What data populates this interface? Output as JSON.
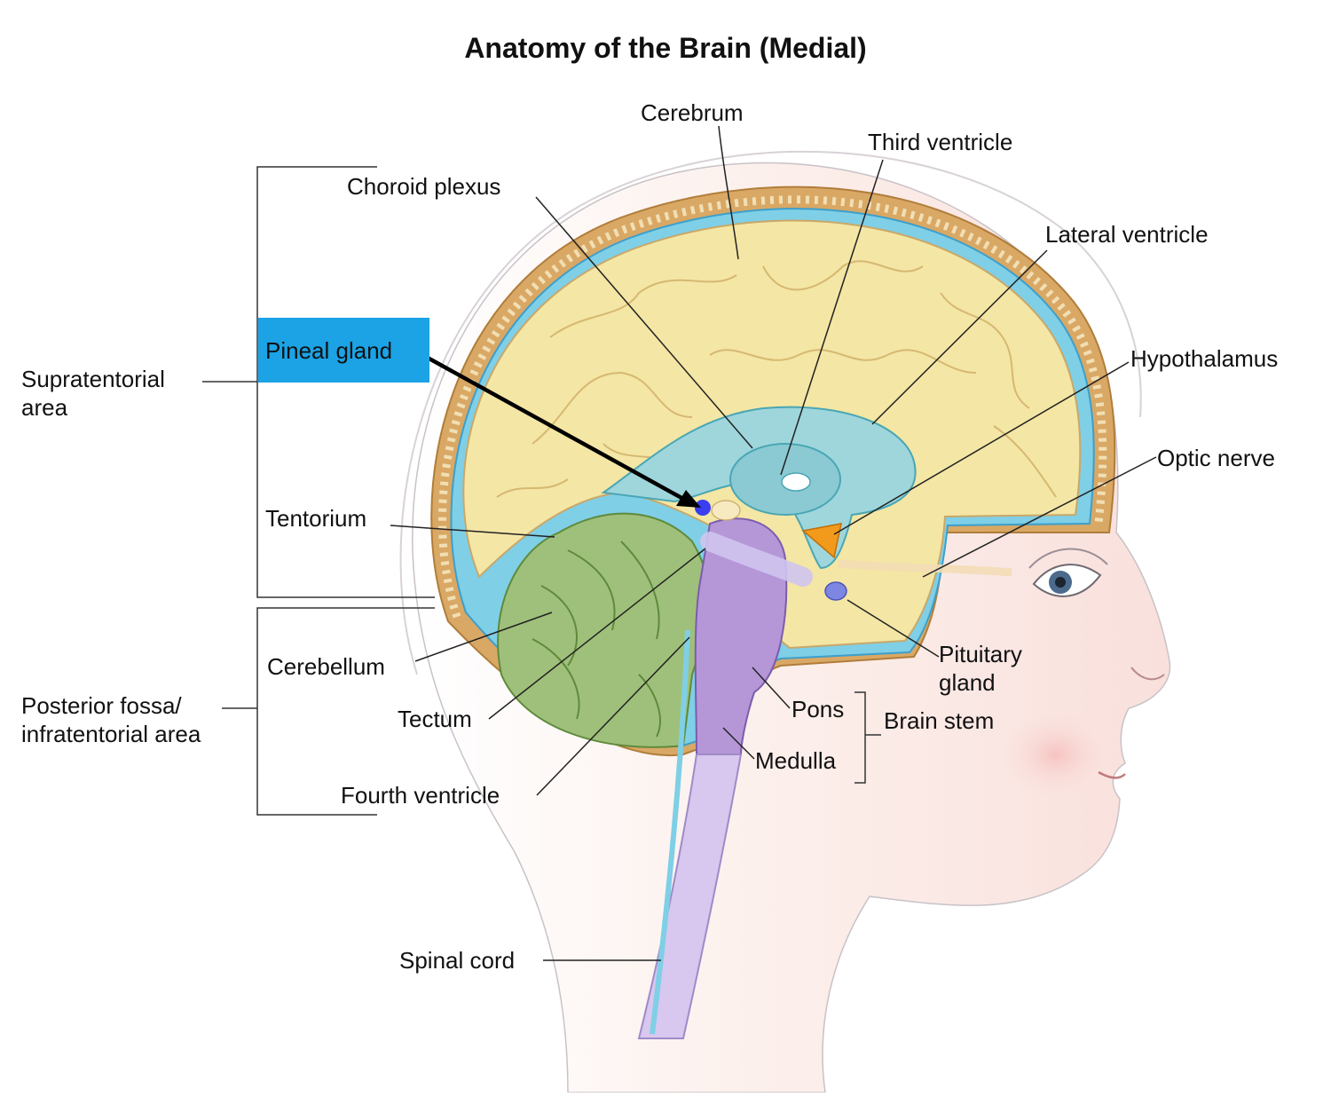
{
  "title": "Anatomy of the Brain (Medial)",
  "labels": {
    "cerebrum": "Cerebrum",
    "third_ventricle": "Third ventricle",
    "choroid_plexus": "Choroid plexus",
    "lateral_ventricle": "Lateral ventricle",
    "pineal_gland": "Pineal gland",
    "hypothalamus": "Hypothalamus",
    "supratentorial_area": "Supratentorial\narea",
    "optic_nerve": "Optic nerve",
    "tentorium": "Tentorium",
    "pituitary_gland": "Pituitary\ngland",
    "cerebellum": "Cerebellum",
    "posterior_fossa": "Posterior fossa/\ninfratentorial area",
    "pons": "Pons",
    "brain_stem": "Brain stem",
    "tectum": "Tectum",
    "medulla": "Medulla",
    "fourth_ventricle": "Fourth ventricle",
    "spinal_cord": "Spinal cord"
  },
  "colors": {
    "highlight": "#1ba3e6",
    "cerebrum": "#f4e6a4",
    "cerebellum": "#9fc07a",
    "brainstem": "#b597d8",
    "ventricles": "#9ed6dc",
    "hypothalamus": "#f29a1c",
    "pituitary": "#7d86e0",
    "skin": "#fbe9e4",
    "skull": "#d9a865",
    "pineal": "#3a3ef0"
  }
}
